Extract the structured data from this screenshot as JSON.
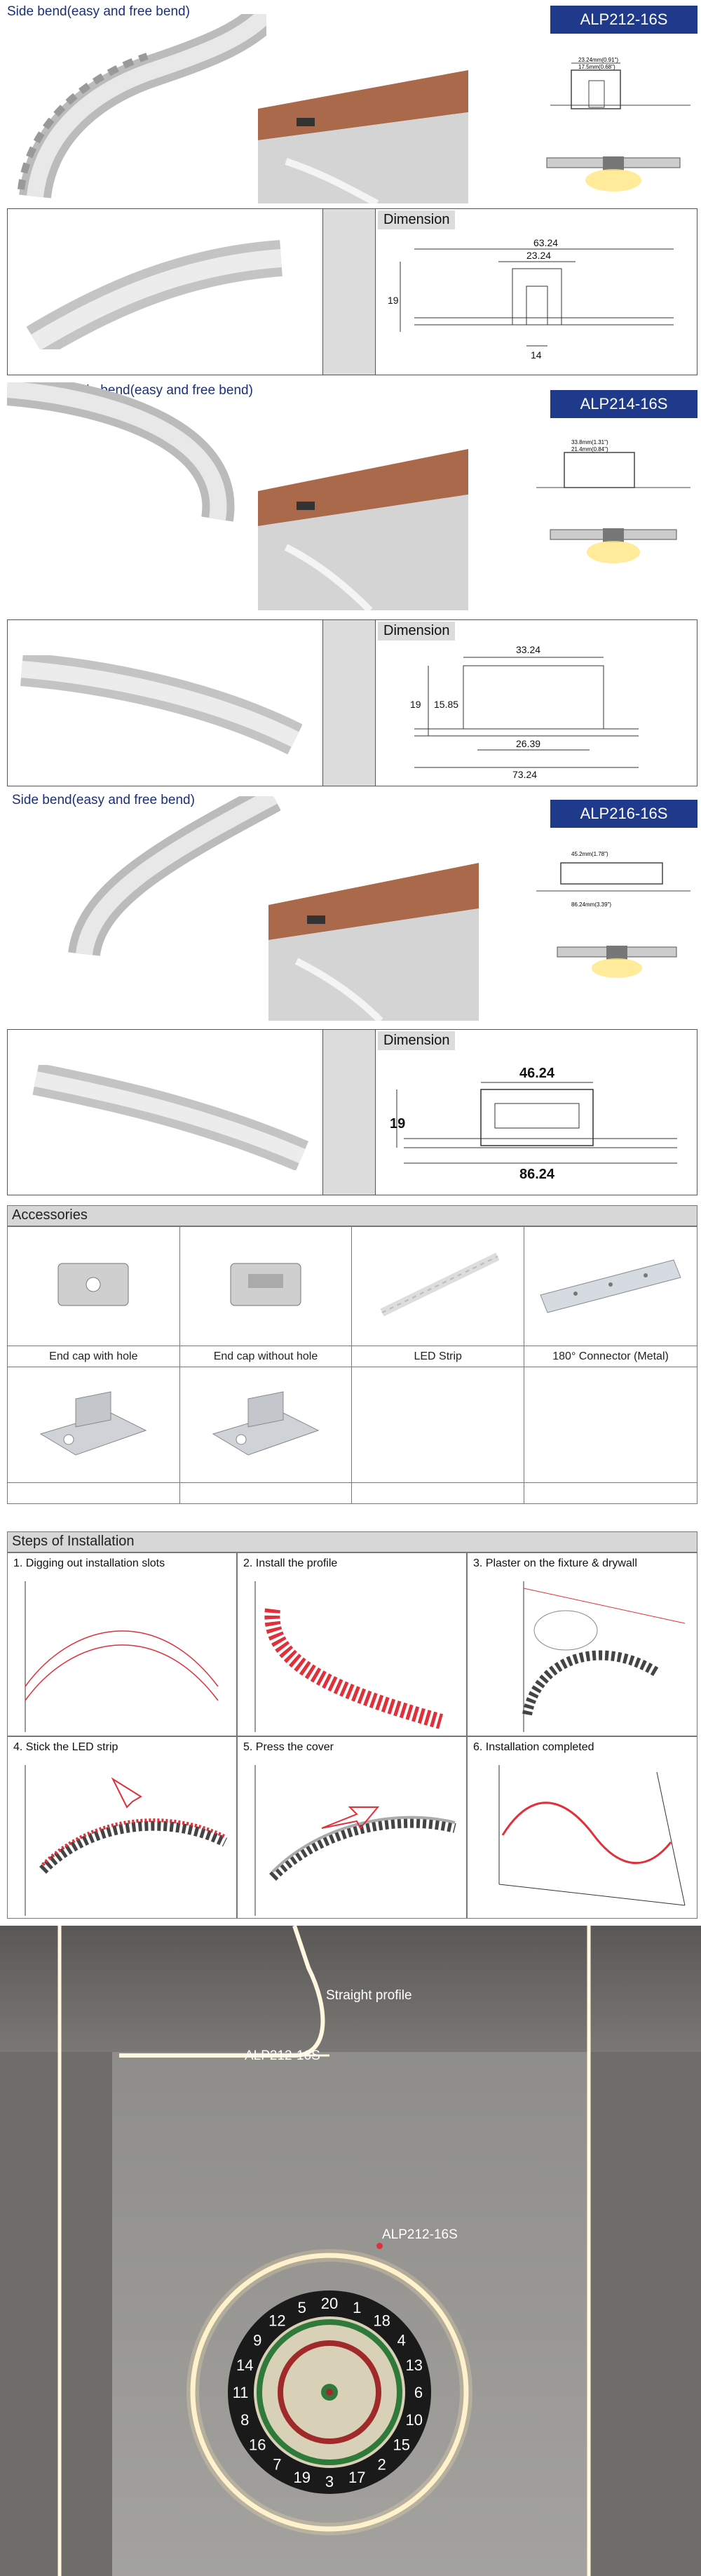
{
  "products": [
    {
      "side_title": "Side bend(easy and free bend)",
      "model": "ALP212-16S",
      "dimension_label": "Dimension",
      "dims": [
        "63.24",
        "23.24",
        "19",
        "14"
      ],
      "mini_dims": [
        "23.24mm(0.91\")",
        "17.5mm(0.68\")"
      ]
    },
    {
      "side_title": "Side bend(easy and free bend)",
      "model": "ALP214-16S",
      "dimension_label": "Dimension",
      "dims": [
        "33.24",
        "19",
        "15.85",
        "26.39",
        "73.24"
      ],
      "mini_dims": [
        "33.8mm(1.31\")",
        "21.4mm(0.84\")"
      ]
    },
    {
      "side_title": "Side bend(easy and free bend)",
      "model": "ALP216-16S",
      "dimension_label": "Dimension",
      "dims": [
        "46.24",
        "19",
        "86.24"
      ],
      "mini_dims": [
        "45.2mm(1.78\")",
        "86.24mm(3.39\")"
      ]
    }
  ],
  "accessories": {
    "title": "Accessories",
    "items": [
      {
        "label": "End cap with hole"
      },
      {
        "label": "End cap without hole"
      },
      {
        "label": "LED Strip"
      },
      {
        "label": "180° Connector (Metal)"
      }
    ]
  },
  "installation": {
    "title": "Steps of Installation",
    "steps": [
      {
        "label": "1. Digging out installation slots"
      },
      {
        "label": "2. Install the profile"
      },
      {
        "label": "3.  Plaster on the fixture & drywall"
      },
      {
        "label": "4.  Stick the LED strip"
      },
      {
        "label": "5. Press the cover"
      },
      {
        "label": "6. Installation completed"
      }
    ]
  },
  "photo": {
    "straight_label": "Straight profile",
    "model_label_1": "ALP212-16S",
    "model_label_2": "ALP212-16S",
    "dartboard_numbers": [
      "20",
      "1",
      "18",
      "4",
      "13",
      "6",
      "10",
      "15",
      "2",
      "17",
      "3",
      "19",
      "7",
      "16",
      "8",
      "11",
      "14",
      "9",
      "12",
      "5"
    ]
  },
  "colors": {
    "badge": "#1f3a8a",
    "title": "#1c2f78",
    "install_red": "#e0303a"
  }
}
